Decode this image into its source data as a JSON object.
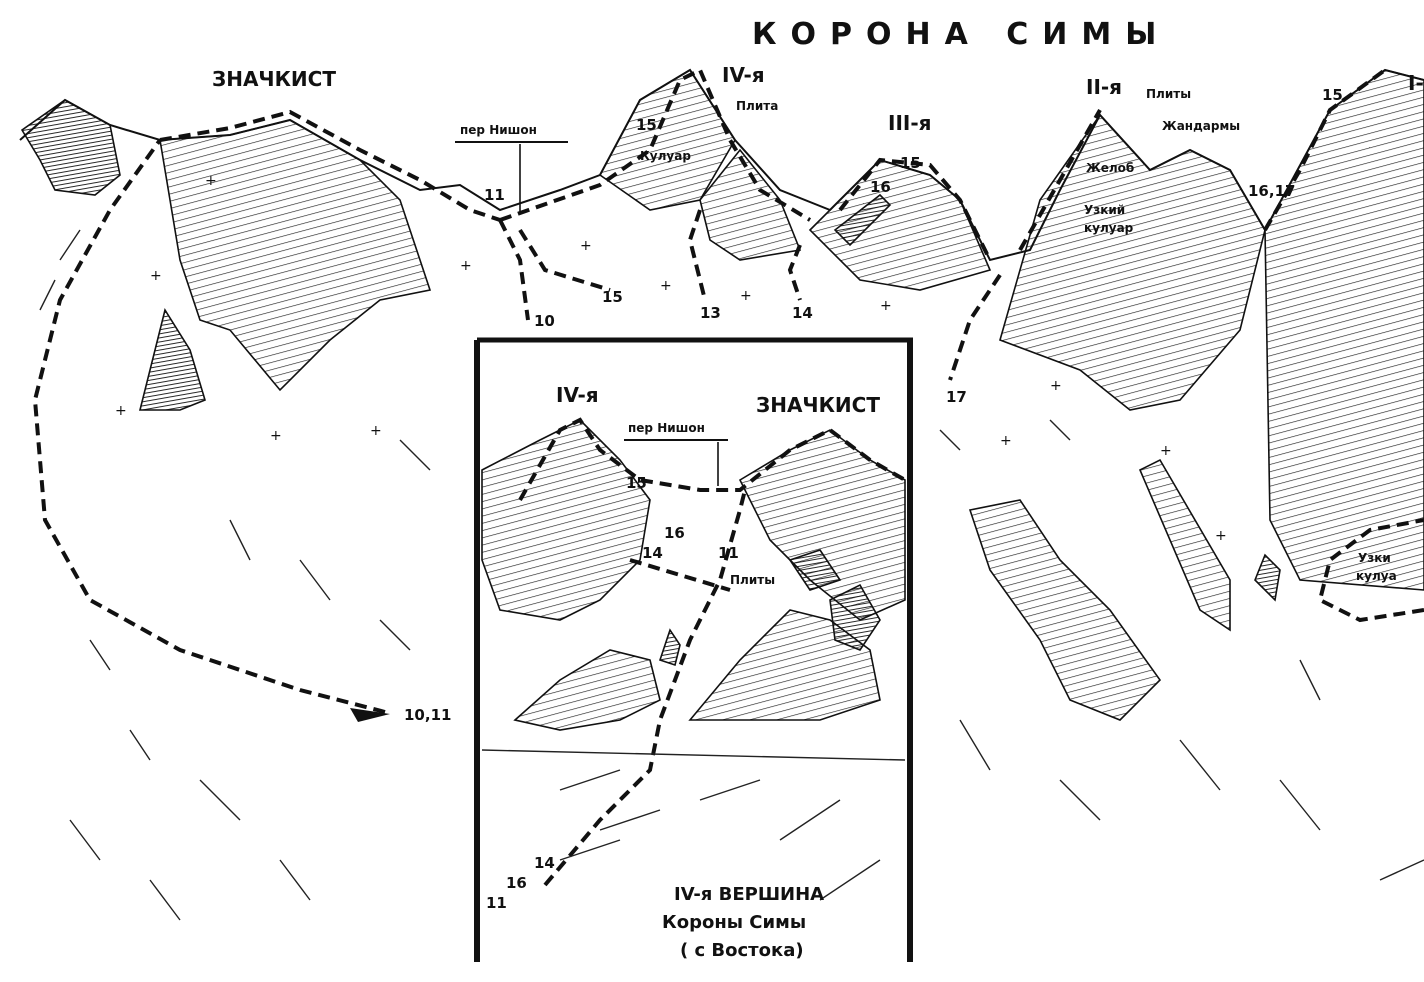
{
  "title": "КОРОНА СИМЫ",
  "peaks": {
    "znachkist": "ЗНАЧКИСТ",
    "iv": "IV-я",
    "iii": "III-я",
    "ii": "II-я",
    "i": "I-"
  },
  "pass_label": "пер Нишон",
  "features": {
    "plita": "Плита",
    "kuluar": "Кулуар",
    "plity": "Плиты",
    "zhandarmy": "Жандармы",
    "zhelob": "Желоб",
    "uzkiy": "Узкий",
    "kuluar2": "кулуар",
    "uzki_partial": "Узки",
    "kuluar_partial": "кулуа"
  },
  "routes": {
    "r10": "10",
    "r11": "11",
    "r13": "13",
    "r14": "14",
    "r15a": "15",
    "r15b": "15",
    "r15c": "15",
    "r16": "16",
    "r1617": "16,17",
    "r17": "17",
    "r1011": "10,11"
  },
  "inset": {
    "peak_iv": "IV-я",
    "peak_znachkist": "ЗНАЧКИСТ",
    "pass_label": "пер Нишон",
    "plity": "Плиты",
    "n15": "15",
    "n16": "16",
    "n14": "14",
    "n11": "11",
    "b14": "14",
    "b16": "16",
    "b11": "11",
    "caption_line1": "IV-я ВЕРШИНА",
    "caption_line2": "Короны Симы",
    "caption_line3": "( с Востока)"
  }
}
